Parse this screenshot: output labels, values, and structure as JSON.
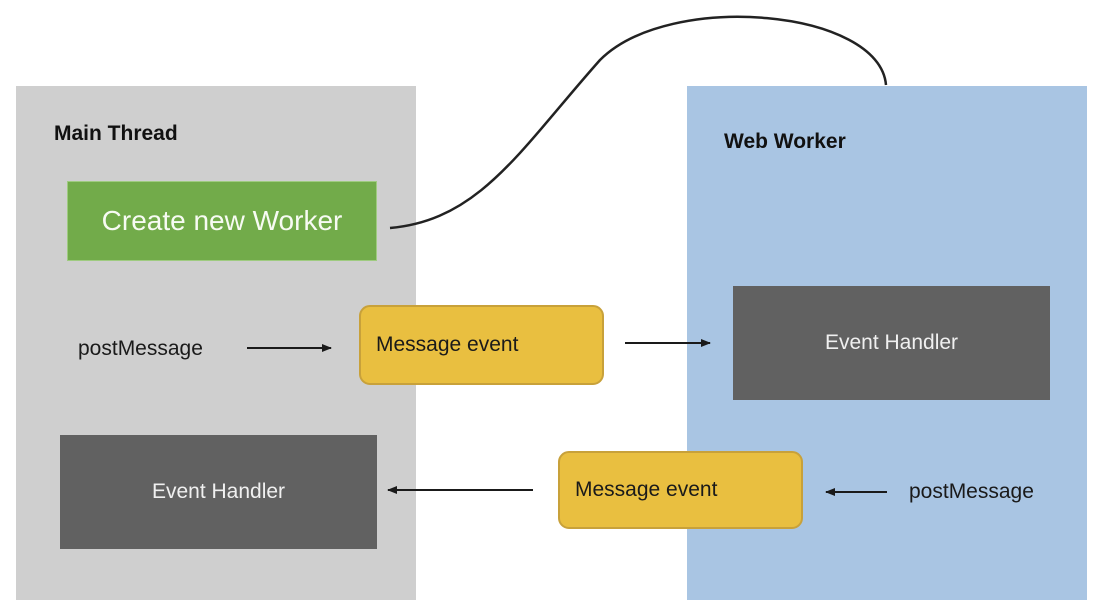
{
  "main_thread": {
    "title": "Main Thread",
    "create_worker_label": "Create new Worker",
    "post_message_label": "postMessage",
    "event_handler_label": "Event Handler"
  },
  "web_worker": {
    "title": "Web Worker",
    "event_handler_label": "Event Handler",
    "post_message_label": "postMessage"
  },
  "messages": {
    "to_worker_label": "Message event",
    "to_main_label": "Message event"
  },
  "colors": {
    "main_panel": "#cfcfcf",
    "worker_panel": "#a9c5e3",
    "create_worker": "#72ab4a",
    "event_handler": "#616161",
    "message_event": "#e9bf40"
  }
}
